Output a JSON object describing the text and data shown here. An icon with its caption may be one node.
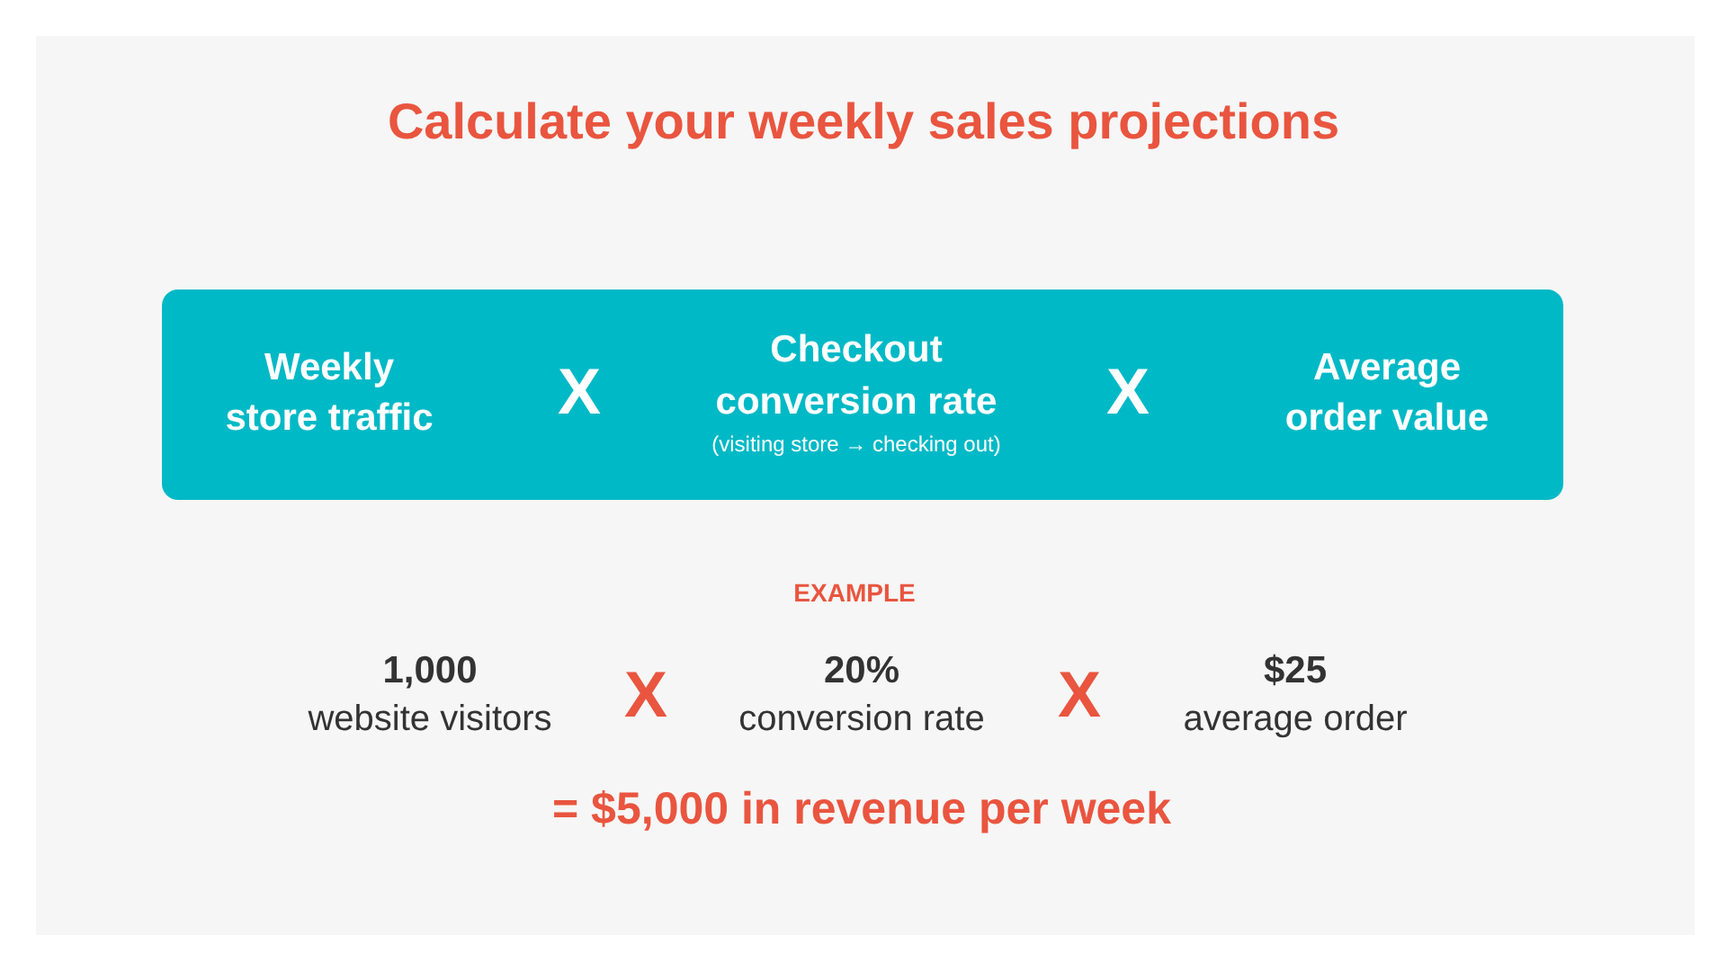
{
  "diagram": {
    "title": "Calculate your weekly sales projections",
    "nodes": [
      {
        "text": [
          "Weekly store traffic",
          "X",
          "Checkout conversion rate",
          "(visiting store → checking out)",
          "X",
          "Average order value"
        ]
      }
    ],
    "labels": [
      "EXAMPLE",
      "1,000",
      "website visitors",
      "X",
      "20%",
      "conversion rate",
      "X",
      "$25",
      "average order",
      "= $5,000 in revenue per week"
    ]
  }
}
